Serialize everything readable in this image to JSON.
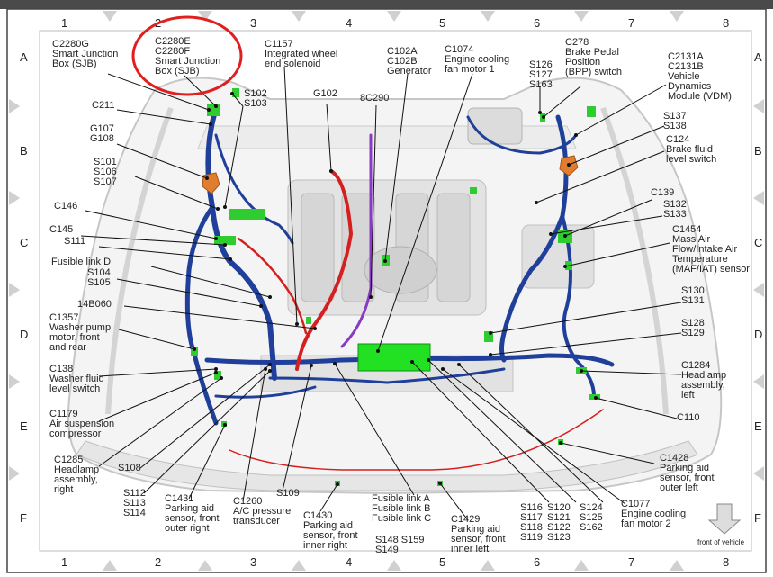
{
  "palette": {
    "wire_blue": "#1f3f9a",
    "wire_red": "#d42020",
    "wire_purple": "#8a39c4",
    "connector_green": "#2ecc2e",
    "fusebox_green": "#22e022",
    "connector_orange": "#e07d2e",
    "highlight_circle": "#e02020",
    "border_dark": "#333333",
    "leader": "#111111"
  },
  "grid": {
    "columns": [
      "1",
      "2",
      "3",
      "4",
      "5",
      "6",
      "7",
      "8"
    ],
    "rows": [
      "A",
      "B",
      "C",
      "D",
      "E",
      "F"
    ]
  },
  "callouts": [
    {
      "id": "c2280g",
      "lines": [
        "C2280G",
        "Smart Junction",
        "Box (SJB)"
      ]
    },
    {
      "id": "c2280e",
      "lines": [
        "C2280E",
        "C2280F",
        "Smart Junction",
        "Box (SJB)"
      ]
    },
    {
      "id": "c1157",
      "lines": [
        "C1157",
        "Integrated wheel",
        "end solenoid"
      ]
    },
    {
      "id": "c102",
      "lines": [
        "C102A",
        "C102B",
        "Generator"
      ]
    },
    {
      "id": "c1074",
      "lines": [
        "C1074",
        "Engine cooling",
        "fan motor 1"
      ]
    },
    {
      "id": "c278",
      "lines": [
        "C278",
        "Brake Pedal",
        "Position",
        "(BPP) switch"
      ]
    },
    {
      "id": "s126",
      "lines": [
        "S126",
        "S127",
        "S163"
      ]
    },
    {
      "id": "c2131",
      "lines": [
        "C2131A",
        "C2131B",
        "Vehicle",
        "Dynamics",
        "Module (VDM)"
      ]
    },
    {
      "id": "s102",
      "lines": [
        "S102",
        "S103"
      ]
    },
    {
      "id": "g102",
      "lines": [
        "G102"
      ]
    },
    {
      "id": "c8c290",
      "lines": [
        "8C290"
      ]
    },
    {
      "id": "c211",
      "lines": [
        "C211"
      ]
    },
    {
      "id": "g107",
      "lines": [
        "G107",
        "G108"
      ]
    },
    {
      "id": "s137",
      "lines": [
        "S137",
        "S138"
      ]
    },
    {
      "id": "c124",
      "lines": [
        "C124",
        "Brake fluid",
        "level switch"
      ]
    },
    {
      "id": "s101",
      "lines": [
        "S101",
        "S106",
        "S107"
      ]
    },
    {
      "id": "c139",
      "lines": [
        "C139"
      ]
    },
    {
      "id": "c146",
      "lines": [
        "C146"
      ]
    },
    {
      "id": "s132",
      "lines": [
        "S132",
        "S133"
      ]
    },
    {
      "id": "c145",
      "lines": [
        "C145"
      ]
    },
    {
      "id": "s111",
      "lines": [
        "S111"
      ]
    },
    {
      "id": "c1454",
      "lines": [
        "C1454",
        "Mass Air",
        "Flow/Intake Air",
        "Temperature",
        "(MAF/IAT) sensor"
      ]
    },
    {
      "id": "fld",
      "lines": [
        "Fusible link D"
      ]
    },
    {
      "id": "s104",
      "lines": [
        "S104",
        "S105"
      ]
    },
    {
      "id": "b14060",
      "lines": [
        "14B060"
      ]
    },
    {
      "id": "s130",
      "lines": [
        "S130",
        "S131"
      ]
    },
    {
      "id": "c1357",
      "lines": [
        "C1357",
        "Washer pump",
        "motor, front",
        "and rear"
      ]
    },
    {
      "id": "s128",
      "lines": [
        "S128",
        "S129"
      ]
    },
    {
      "id": "c138",
      "lines": [
        "C138",
        "Washer fluid",
        "level switch"
      ]
    },
    {
      "id": "c1284",
      "lines": [
        "C1284",
        "Headlamp",
        "assembly,",
        "left"
      ]
    },
    {
      "id": "c1179",
      "lines": [
        "C1179",
        "Air suspension",
        "compressor"
      ]
    },
    {
      "id": "c110",
      "lines": [
        "C110"
      ]
    },
    {
      "id": "c1285",
      "lines": [
        "C1285",
        "Headlamp",
        "assembly,",
        "right"
      ]
    },
    {
      "id": "s108",
      "lines": [
        "S108"
      ]
    },
    {
      "id": "c1428",
      "lines": [
        "C1428",
        "Parking aid",
        "sensor, front",
        "outer left"
      ]
    },
    {
      "id": "s112",
      "lines": [
        "S112",
        "S113",
        "S114"
      ]
    },
    {
      "id": "c1431",
      "lines": [
        "C1431",
        "Parking aid",
        "sensor, front",
        "outer right"
      ]
    },
    {
      "id": "s109",
      "lines": [
        "S109"
      ]
    },
    {
      "id": "c1260",
      "lines": [
        "C1260",
        "A/C pressure",
        "transducer"
      ]
    },
    {
      "id": "c1430",
      "lines": [
        "C1430",
        "Parking aid",
        "sensor, front",
        "inner right"
      ]
    },
    {
      "id": "flabc",
      "lines": [
        "Fusible link A",
        "Fusible link B",
        "Fusible link C"
      ]
    },
    {
      "id": "s148",
      "lines": [
        "S148  S159",
        "S149"
      ]
    },
    {
      "id": "c1429",
      "lines": [
        "C1429",
        "Parking aid",
        "sensor, front",
        "inner left"
      ]
    },
    {
      "id": "s116",
      "lines": [
        "S116",
        "S117",
        "S118",
        "S119"
      ]
    },
    {
      "id": "s120",
      "lines": [
        "S120",
        "S121",
        "S122",
        "S123"
      ]
    },
    {
      "id": "s124",
      "lines": [
        "S124",
        "S125",
        "S162"
      ]
    },
    {
      "id": "c1077",
      "lines": [
        "C1077",
        "Engine cooling",
        "fan motor 2"
      ]
    }
  ],
  "front_label": "front of vehicle"
}
